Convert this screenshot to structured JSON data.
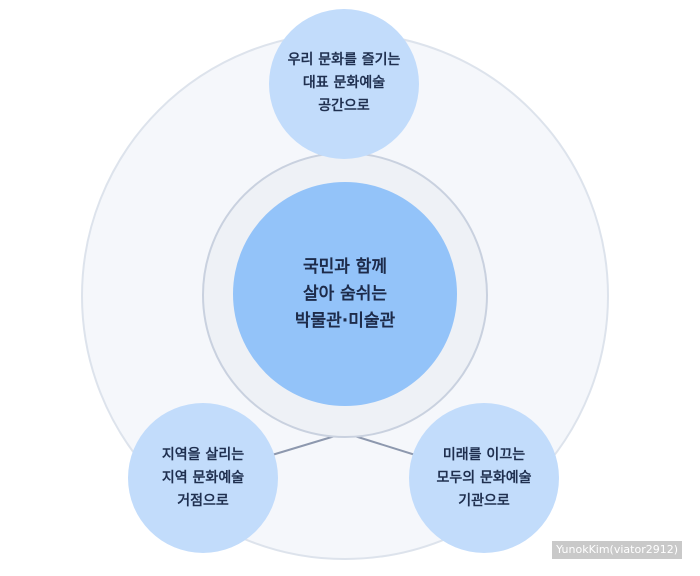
{
  "diagram": {
    "center": {
      "lines": [
        "국민과 함께",
        "살아 숨쉬는",
        "박물관·미술관"
      ]
    },
    "nodes": [
      {
        "id": "top",
        "lines": [
          "우리 문화를 즐기는",
          "대표 문화예술",
          "공간으로"
        ]
      },
      {
        "id": "bottom-left",
        "lines": [
          "지역을 살리는",
          "지역 문화예술",
          "거점으로"
        ]
      },
      {
        "id": "bottom-right",
        "lines": [
          "미래를 이끄는",
          "모두의 문화예술",
          "기관으로"
        ]
      }
    ]
  },
  "colors": {
    "outer_ring_fill": "#f5f7fb",
    "outer_ring_stroke": "#dde3ec",
    "middle_ring_fill": "#eef1f6",
    "middle_ring_stroke": "#c9d1df",
    "center_fill": "#93c3f9",
    "node_fill": "#c2dcfb",
    "connector": "#8d98ae"
  },
  "watermark": "YunokKim(viator2912)"
}
